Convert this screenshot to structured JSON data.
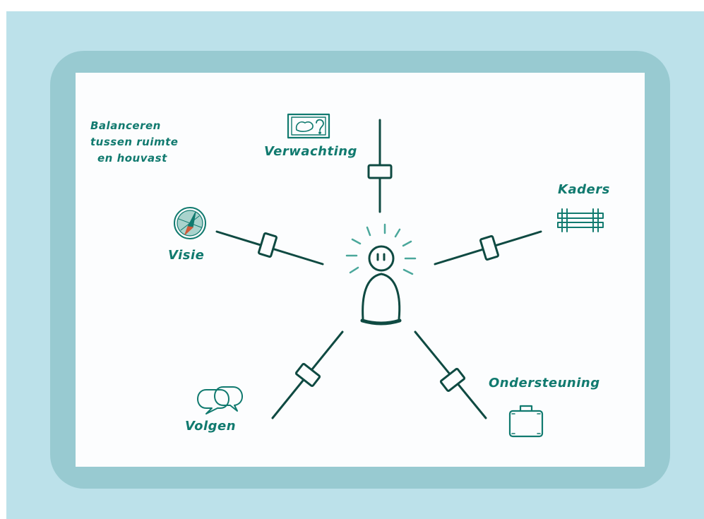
{
  "caption": {
    "lines": [
      "Balanceren",
      "tussen ruimte",
      "en houvast"
    ]
  },
  "labels": {
    "verwachting": "Verwachting",
    "kaders": "Kaders",
    "visie": "Visie",
    "ondersteuning": "Ondersteuning",
    "volgen": "Volgen"
  },
  "icons": {
    "verwachting": "map-question-icon",
    "kaders": "fence-icon",
    "visie": "compass-icon",
    "ondersteuning": "suitcase-icon",
    "volgen": "speech-bubbles-icon",
    "center": "person-figure-icon"
  },
  "colors": {
    "outer_background": "#bce1ea",
    "frame": "#98cad1",
    "canvas": "#fcfdfe",
    "ink": "#0f4a42",
    "label": "#117a6f"
  }
}
